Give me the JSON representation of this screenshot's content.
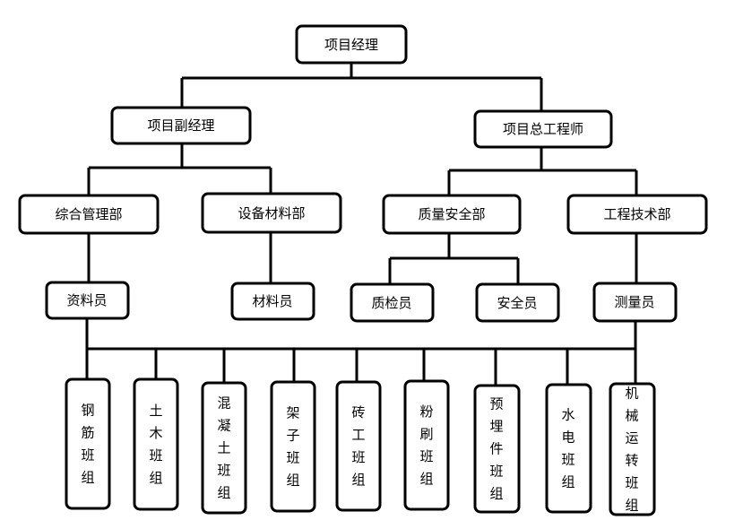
{
  "nodes": {
    "manager": "项目经理",
    "deputy_manager": "项目副经理",
    "chief_engineer": "项目总工程师",
    "general_management_dept": "综合管理部",
    "equipment_materials_dept": "设备材料部",
    "quality_safety_dept": "质量安全部",
    "engineering_tech_dept": "工程技术部",
    "document_clerk": "资料员",
    "materials_clerk": "材料员",
    "quality_inspector": "质检员",
    "safety_officer": "安全员",
    "surveyor": "测量员",
    "teams": [
      "钢筋班组",
      "土木班组",
      "混凝土班组",
      "架子班组",
      "砖工班组",
      "粉刷班组",
      "预埋件班组",
      "水电班组",
      "机械运转班组"
    ]
  }
}
